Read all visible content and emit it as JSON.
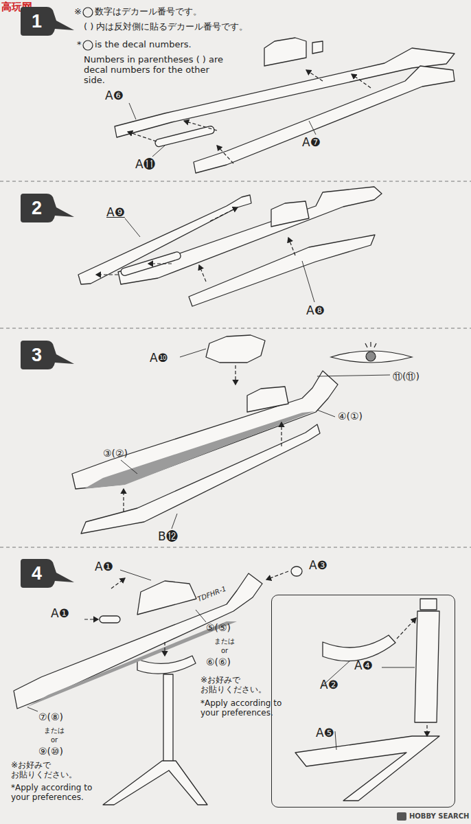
{
  "diagram": {
    "nodes": [
      {
        "text": [
          "1"
        ]
      },
      {
        "text": [
          "2"
        ]
      },
      {
        "text": [
          "3"
        ]
      },
      {
        "text": [
          "4"
        ]
      },
      {
        "text": [
          "A❷",
          "A❹",
          "A❺"
        ]
      }
    ],
    "labels": [
      "高玩网",
      "※",
      "数字はデカール番号です。",
      "( ) 内は反対側に貼るデカール番号です。",
      "*",
      "is the decal numbers.",
      "Numbers in parentheses ( ) are decal numbers for the other side.",
      "A❻",
      "A⓫",
      "A❼",
      "A❾",
      "A❽",
      "A❿",
      "⑪(⑪)",
      "③(②)",
      "④(①)",
      "B⓬",
      "A❶",
      "A❸",
      "A❶",
      "TDFHR-1",
      "⑤(⑤)",
      "または",
      "or",
      "⑥(⑥)",
      "※お好みで お貼りください。",
      "*Apply according to your preferences.",
      "⑦(⑧)",
      "または",
      "or",
      "⑨(⑩)",
      "※お好みで お貼りください。",
      "*Apply according to your preferences.",
      "HOBBY SEARCH"
    ]
  }
}
